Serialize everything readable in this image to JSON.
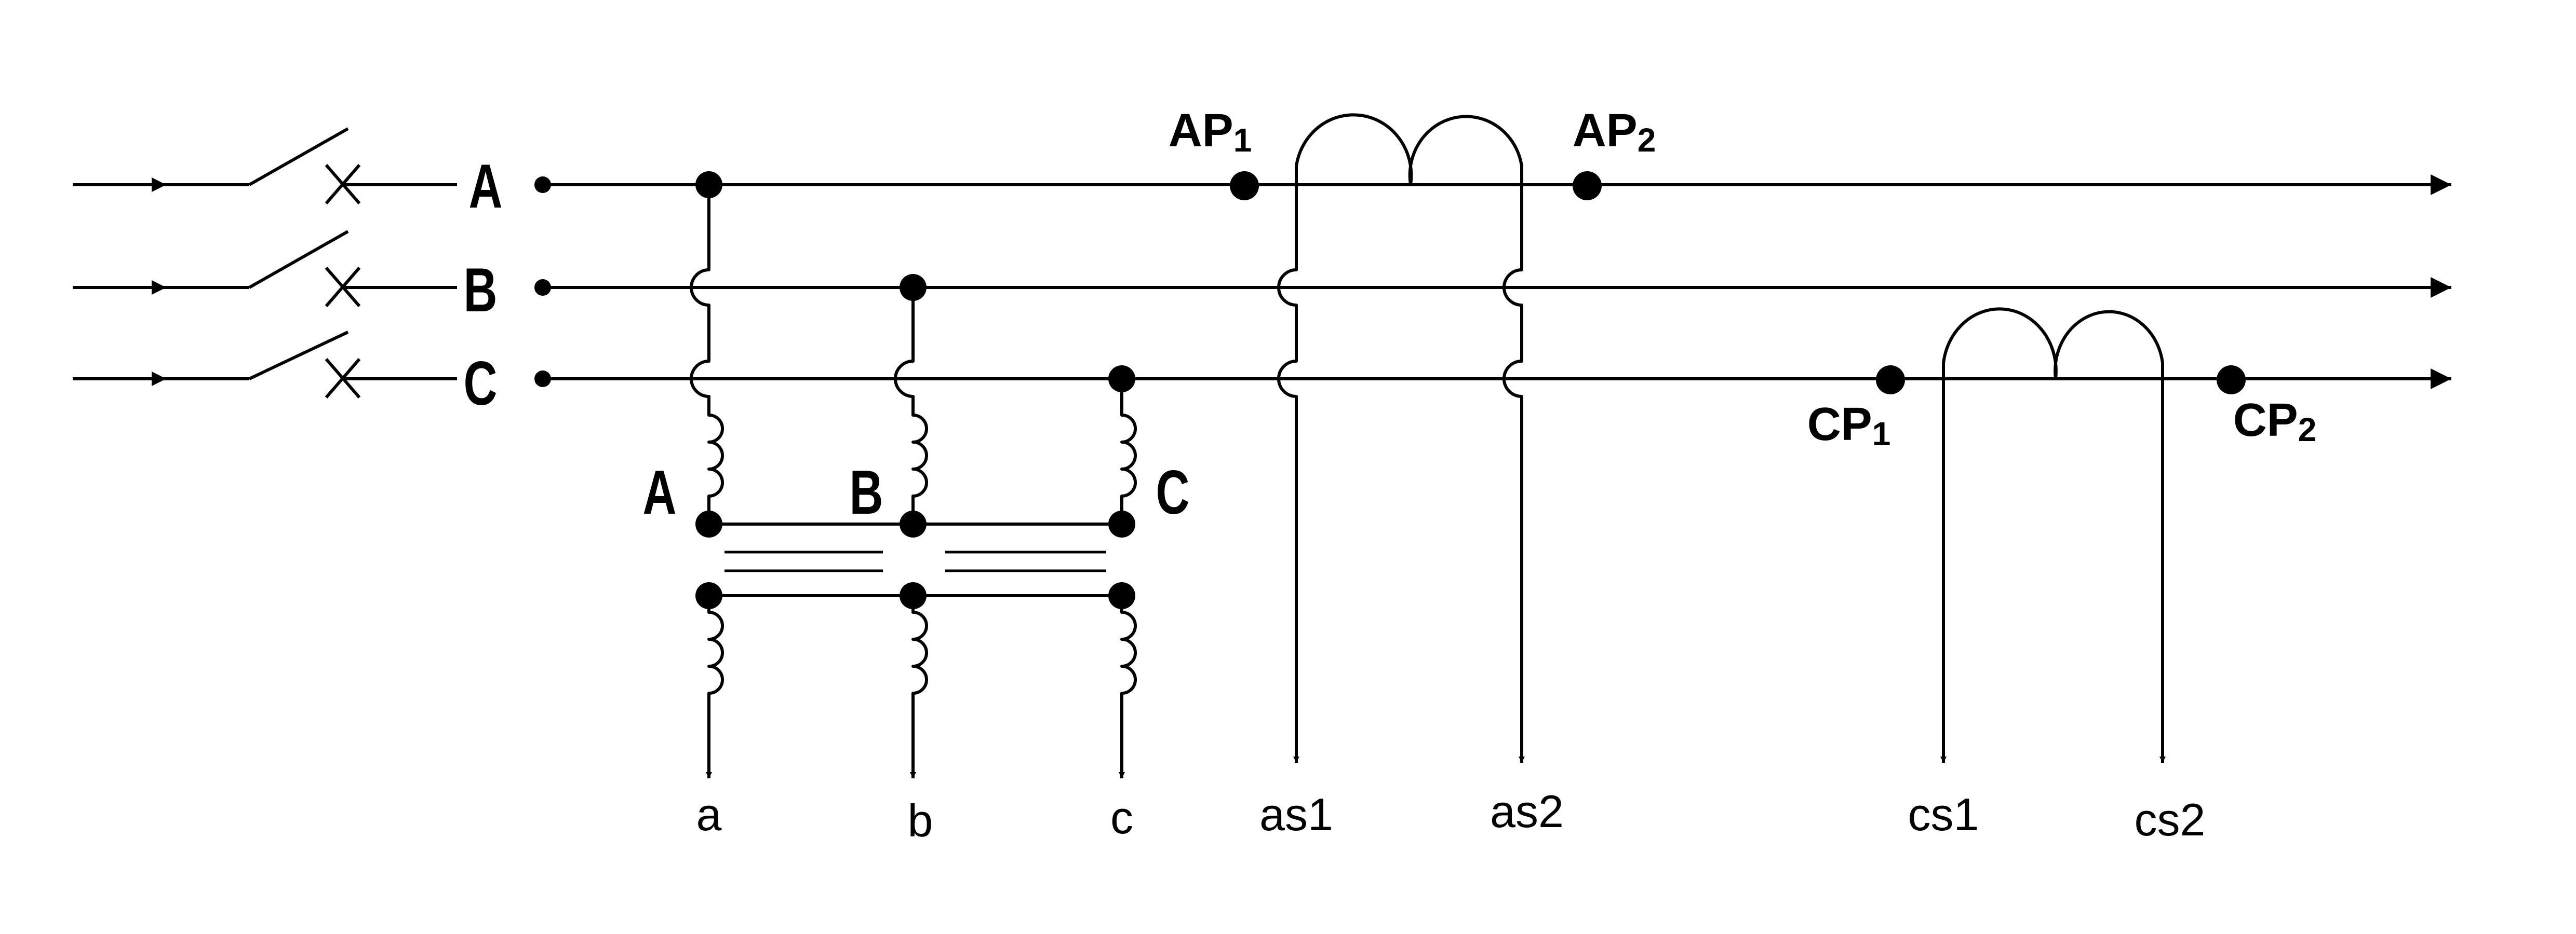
{
  "diagram": {
    "line_labels": [
      "A",
      "B",
      "C"
    ],
    "winding_labels": [
      "A",
      "B",
      "C"
    ],
    "ct_a": {
      "p1": "AP",
      "p1_sub": "1",
      "p2": "AP",
      "p2_sub": "2",
      "s1": "as1",
      "s2": "as2"
    },
    "ct_c": {
      "p1": "CP",
      "p1_sub": "1",
      "p2": "CP",
      "p2_sub": "2",
      "s1": "cs1",
      "s2": "cs2"
    },
    "vt_outputs": [
      "a",
      "b",
      "c"
    ]
  }
}
